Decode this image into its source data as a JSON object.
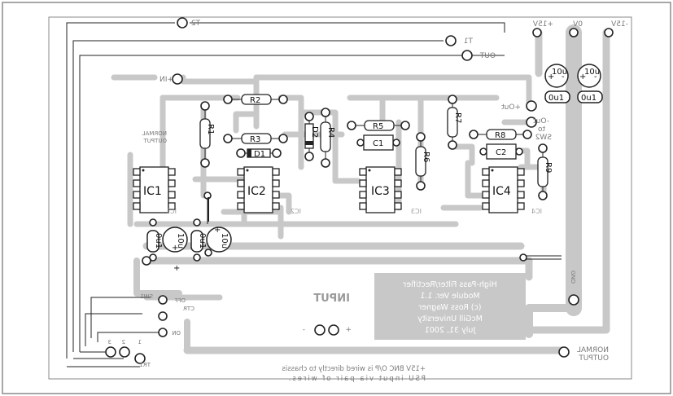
{
  "labels": {
    "t2": "T2",
    "t1": "T1",
    "out": "OUT",
    "in_plus": "+IN",
    "normal_output_1": "NORMAL",
    "normal_output_2": "OUTPUT",
    "plus15v": "+15V",
    "zero_v": "0V",
    "minus15v": "-15V",
    "plus_out": "+Out",
    "minus_out_1": "-Out",
    "minus_out_2": "to",
    "minus_out_3": "SW2",
    "gnd": "GND",
    "input": "INPUT",
    "input_minus": "-",
    "input_plus": "+",
    "sw1": "SW1",
    "off": "OFF",
    "ctr": "CTR",
    "on": "ON",
    "tr1": "TR1",
    "tr_pin1": "1",
    "tr_pin2": "2",
    "tr_pin3": "3",
    "normal_out_bottom_1": "NORMAL",
    "normal_out_bottom_2": "OUTPUT",
    "footer_1": "+15V BNC O/P is wired directly to chassis",
    "footer_2": "PSU input via pair of wires."
  },
  "info_box": [
    "High-Pass Filter/Rectifier",
    "Module Ver. 1.1",
    "(c) Ross Wagner",
    "McGill University",
    "July 31, 2001"
  ],
  "components": {
    "r1": "R1",
    "r2": "R2",
    "r3": "R3",
    "r4": "R4",
    "r5": "R5",
    "r6": "R6",
    "r7": "R7",
    "r8": "R8",
    "r9": "R9",
    "d1": "D1",
    "d2": "D2",
    "c1": "C1",
    "c2": "C2",
    "ic1": "IC1",
    "ic2": "IC2",
    "ic3": "IC3",
    "ic4": "IC4",
    "ic1_back": "IC1",
    "ic2_back": "IC2",
    "ic3_back": "IC3",
    "ic4_back": "IC4",
    "cap_10u": "10u",
    "cap_0u1": "0u1",
    "cap_plus": "+",
    "cap_minus": "-"
  }
}
